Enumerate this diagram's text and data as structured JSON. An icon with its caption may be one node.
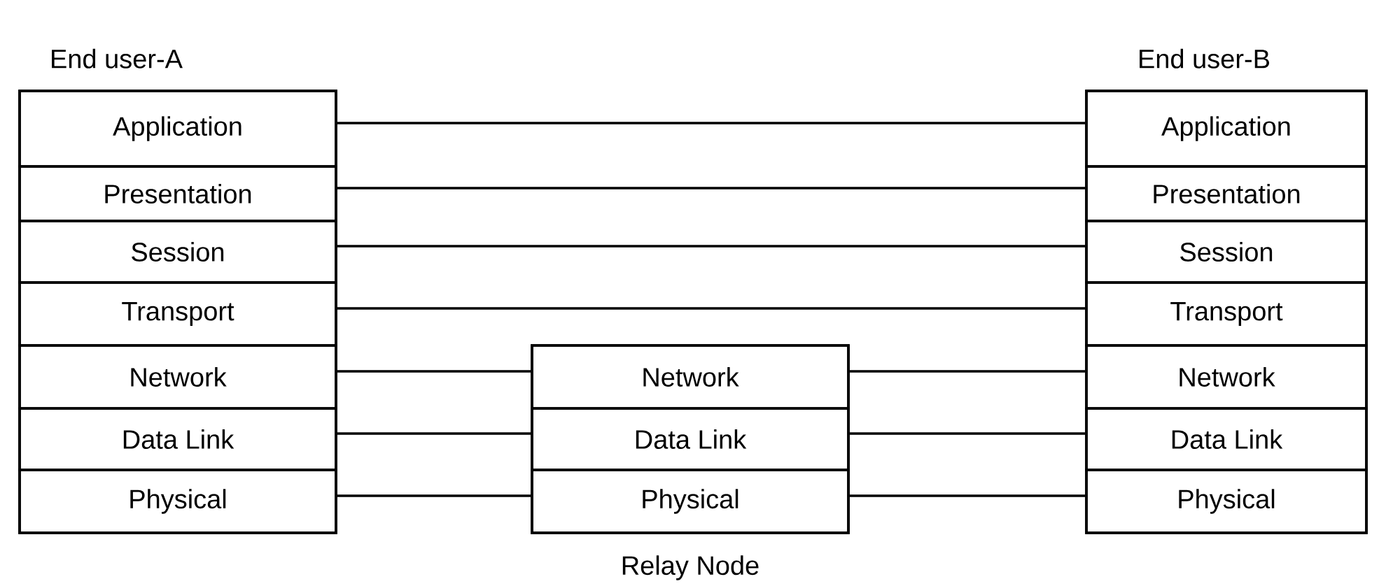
{
  "diagram": {
    "nodes": [
      {
        "text": [
          "End user-A"
        ]
      },
      {
        "text": [
          "Application"
        ],
        "in": 0
      },
      {
        "text": [
          "Presentation"
        ],
        "in": 0
      },
      {
        "text": [
          "Session"
        ],
        "in": 0
      },
      {
        "text": [
          "Transport"
        ],
        "in": 0
      },
      {
        "text": [
          "Network"
        ],
        "in": 0
      },
      {
        "text": [
          "Data Link"
        ],
        "in": 0
      },
      {
        "text": [
          "Physical"
        ],
        "in": 0
      },
      {
        "text": [
          "Relay Node"
        ]
      },
      {
        "text": [
          "Network"
        ],
        "in": 8
      },
      {
        "text": [
          "Data Link"
        ],
        "in": 8
      },
      {
        "text": [
          "Physical"
        ],
        "in": 8
      },
      {
        "text": [
          "End user-B"
        ]
      },
      {
        "text": [
          "Application"
        ],
        "in": 12
      },
      {
        "text": [
          "Presentation"
        ],
        "in": 12
      },
      {
        "text": [
          "Session"
        ],
        "in": 12
      },
      {
        "text": [
          "Transport"
        ],
        "in": 12
      },
      {
        "text": [
          "Network"
        ],
        "in": 12
      },
      {
        "text": [
          "Data Link"
        ],
        "in": 12
      },
      {
        "text": [
          "Physical"
        ],
        "in": 12
      }
    ],
    "edges": [
      {
        "from": 1,
        "to": 13,
        "arrow": "none"
      },
      {
        "from": 2,
        "to": 14,
        "arrow": "none"
      },
      {
        "from": 3,
        "to": 15,
        "arrow": "none"
      },
      {
        "from": 4,
        "to": 16,
        "arrow": "none"
      },
      {
        "from": 5,
        "to": 9,
        "arrow": "none"
      },
      {
        "from": 9,
        "to": 17,
        "arrow": "none"
      },
      {
        "from": 6,
        "to": 10,
        "arrow": "none"
      },
      {
        "from": 10,
        "to": 18,
        "arrow": "none"
      },
      {
        "from": 7,
        "to": 11,
        "arrow": "none"
      },
      {
        "from": 11,
        "to": 19,
        "arrow": "none"
      }
    ]
  }
}
